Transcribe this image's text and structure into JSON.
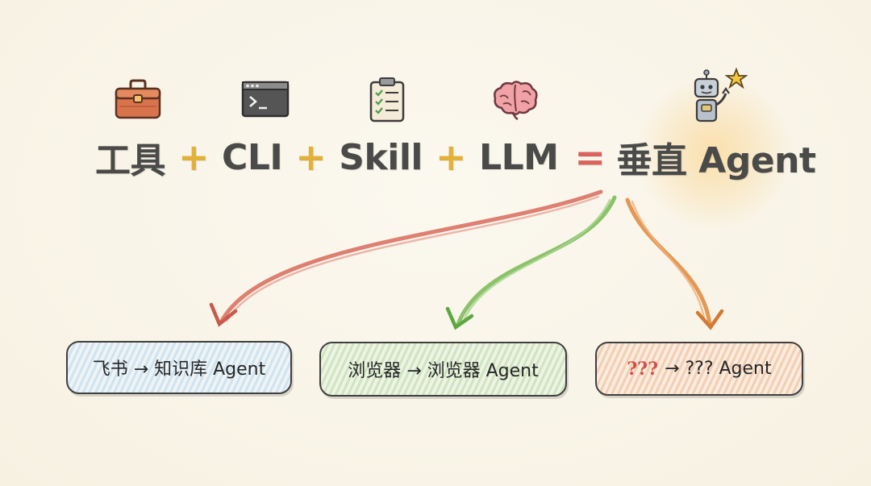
{
  "formula": {
    "terms": [
      "工具",
      "CLI",
      "Skill",
      "LLM",
      "垂直 Agent"
    ],
    "plus": "+",
    "equals": "="
  },
  "outputs": [
    {
      "label": "飞书 → 知识库 Agent",
      "tint": "#a9cfe6"
    },
    {
      "label": "浏览器 → 浏览器 Agent",
      "tint": "#a8d493"
    },
    {
      "prefix": "???",
      "label": "→ ??? Agent",
      "tint": "#f1a877"
    }
  ],
  "icons": {
    "tool": "toolbox-icon",
    "cli": "terminal-icon",
    "skill": "clipboard-checklist-icon",
    "llm": "brain-icon",
    "agent": "robot-icon",
    "star": "star-icon"
  },
  "colors": {
    "background": "#faf6ec",
    "plus": "#e2b13a",
    "equals": "#d9645e",
    "arrow_red": "#d86b5c",
    "arrow_green": "#7ebd5c",
    "arrow_orange": "#e08e45"
  }
}
